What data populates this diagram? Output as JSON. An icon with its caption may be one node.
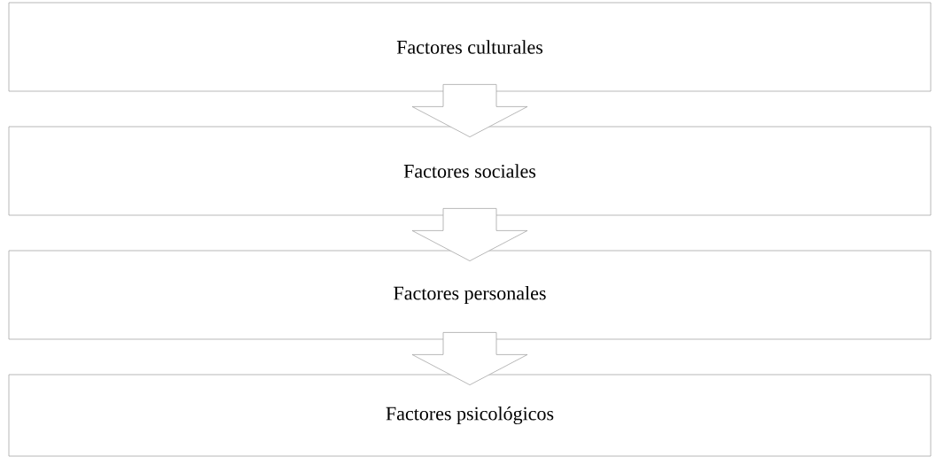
{
  "diagram": {
    "nodes": [
      {
        "text": [
          "Factores culturales"
        ]
      },
      {
        "text": [
          "Factores sociales"
        ]
      },
      {
        "text": [
          "Factores personales"
        ]
      },
      {
        "text": [
          "Factores psicológicos"
        ]
      }
    ],
    "edges": [
      {
        "from": 0,
        "to": 1,
        "arrow": "to"
      },
      {
        "from": 1,
        "to": 2,
        "arrow": "to"
      },
      {
        "from": 2,
        "to": 3,
        "arrow": "to"
      }
    ]
  }
}
